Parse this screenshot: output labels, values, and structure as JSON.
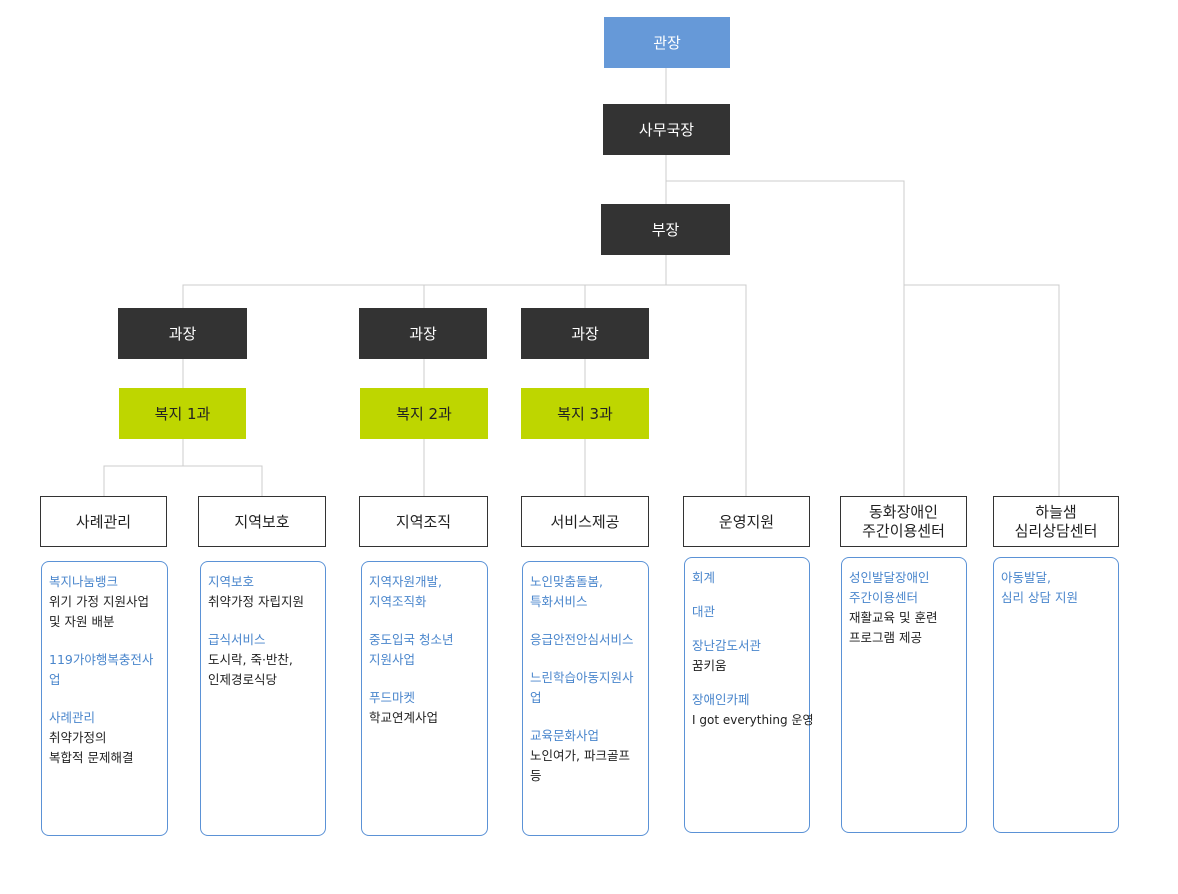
{
  "top": {
    "director": "관장",
    "secretary": "사무국장",
    "deputy": "부장"
  },
  "managers": [
    "과장",
    "과장",
    "과장"
  ],
  "divisions": [
    "복지 1과",
    "복지 2과",
    "복지 3과"
  ],
  "teams": [
    {
      "name": "사례관리",
      "items": [
        {
          "title": "복지나눔뱅크",
          "desc": "위기 가정 지원사업\n및 자원 배분"
        },
        {
          "title": "119가야행복충전사업",
          "desc": ""
        },
        {
          "title": "사례관리",
          "desc": "취약가정의\n복합적 문제해결"
        }
      ]
    },
    {
      "name": "지역보호",
      "items": [
        {
          "title": "지역보호",
          "desc": "취약가정 자립지원"
        },
        {
          "title": "급식서비스",
          "desc": "도시락, 죽·반찬,\n인제경로식당"
        }
      ]
    },
    {
      "name": "지역조직",
      "items": [
        {
          "title": "지역자원개발,\n지역조직화",
          "desc": ""
        },
        {
          "title": "중도입국 청소년\n지원사업",
          "desc": ""
        },
        {
          "title": "푸드마켓",
          "desc": "학교연계사업"
        }
      ]
    },
    {
      "name": "서비스제공",
      "items": [
        {
          "title": "노인맞춤돌봄,\n특화서비스",
          "desc": ""
        },
        {
          "title": "응급안전안심서비스",
          "desc": ""
        },
        {
          "title": "느린학습아동지원사업",
          "desc": ""
        },
        {
          "title": "교육문화사업",
          "desc": "노인여가, 파크골프 등"
        }
      ]
    },
    {
      "name": "운영지원",
      "items": [
        {
          "title": "회계",
          "desc": ""
        },
        {
          "title": "대관",
          "desc": ""
        },
        {
          "title": "장난감도서관",
          "desc": "꿈키움"
        },
        {
          "title": "장애인카페",
          "desc": "I got everything 운영"
        }
      ]
    },
    {
      "name": "동화장애인\n주간이용센터",
      "items": [
        {
          "title": "성인발달장애인\n주간이용센터",
          "desc": "재활교육 및 훈련\n프로그램 제공"
        }
      ]
    },
    {
      "name": "하늘샘\n심리상담센터",
      "items": [
        {
          "title": "아동발달,\n심리 상담 지원",
          "desc": ""
        }
      ]
    }
  ],
  "colors": {
    "director": "#6699d8",
    "dark": "#333333",
    "division": "#bed600",
    "line": "#cccccc",
    "detail_border": "#5b92d6",
    "detail_title": "#4a86cc"
  }
}
